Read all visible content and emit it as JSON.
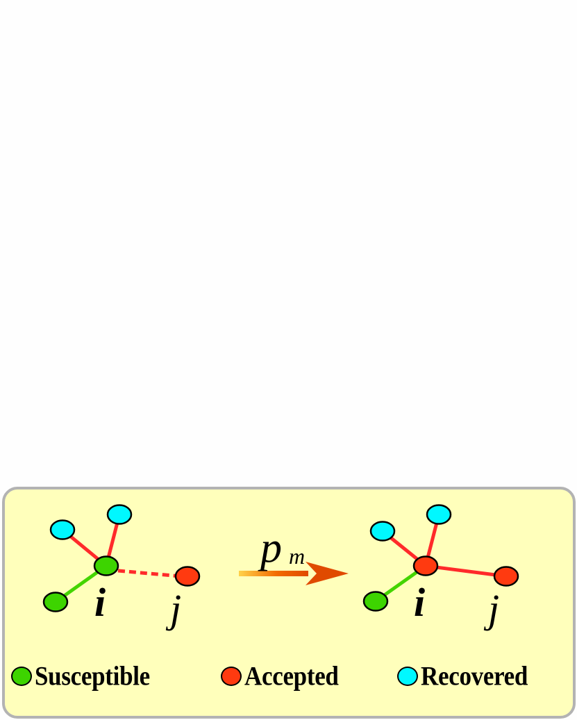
{
  "diagram": {
    "title": "",
    "transition": {
      "label_main": "p",
      "label_sub": "m",
      "arrow_gradient": [
        "#ffd24a",
        "#f26a00",
        "#e04a00"
      ]
    },
    "before_state": {
      "center_node": {
        "id": "i",
        "state": "Susceptible",
        "label": "i"
      },
      "target_node": {
        "id": "j",
        "state": "Accepted",
        "label": "j"
      },
      "neighbors": [
        {
          "state": "Recovered",
          "edge": "red"
        },
        {
          "state": "Recovered",
          "edge": "red"
        },
        {
          "state": "Susceptible",
          "edge": "green"
        }
      ],
      "i_j_edge": "red-dashed"
    },
    "after_state": {
      "center_node": {
        "id": "i",
        "state": "Accepted",
        "label": "i"
      },
      "target_node": {
        "id": "j",
        "state": "Accepted",
        "label": "j"
      },
      "neighbors": [
        {
          "state": "Recovered",
          "edge": "red"
        },
        {
          "state": "Recovered",
          "edge": "red"
        },
        {
          "state": "Susceptible",
          "edge": "green"
        }
      ],
      "i_j_edge": "red-solid"
    },
    "legend": [
      {
        "label": "Susceptible",
        "color": "#3dd400"
      },
      {
        "label": "Accepted",
        "color": "#ff3a10"
      },
      {
        "label": "Recovered",
        "color": "#00f8ff"
      }
    ],
    "colors": {
      "panel_bg": "#ffffbb",
      "panel_border": "#b3b3b3",
      "edge_red": "#ff2a2a",
      "edge_green": "#44d400",
      "susceptible": "#3dd400",
      "accepted": "#ff3a10",
      "recovered": "#00f8ff"
    }
  }
}
